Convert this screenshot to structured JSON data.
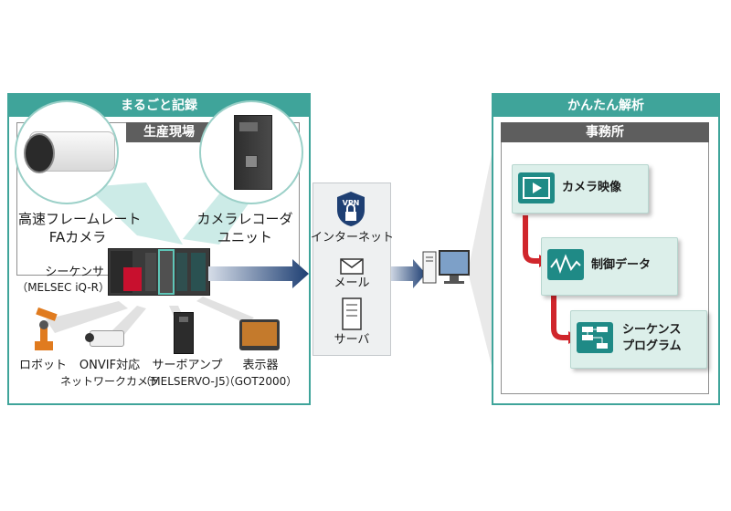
{
  "left_panel": {
    "header": "まるごと記録",
    "subheader": "生産現場",
    "camera_label_1": "高速フレームレート",
    "camera_label_2": "FAカメラ",
    "recorder_label_1": "カメラレコーダ",
    "recorder_label_2": "ユニット",
    "sequencer_label_1": "シーケンサ",
    "sequencer_label_2": "（MELSEC iQ-R）",
    "devices": [
      {
        "line1": "ロボット",
        "line2": ""
      },
      {
        "line1": "ONVIF対応",
        "line2": "ネットワークカメラ"
      },
      {
        "line1": "サーボアンプ",
        "line2": "（MELSERVO-J5）"
      },
      {
        "line1": "表示器",
        "line2": "（GOT2000）"
      }
    ]
  },
  "middle": {
    "vpn_text": "VPN",
    "internet_label": "インターネット",
    "mail_label": "メール",
    "server_label": "サーバ"
  },
  "right_panel": {
    "header": "かんたん解析",
    "subheader": "事務所",
    "cards": [
      {
        "line1": "カメラ映像",
        "line2": ""
      },
      {
        "line1": "制御データ",
        "line2": ""
      },
      {
        "line1": "シーケンス",
        "line2": "プログラム"
      }
    ]
  },
  "colors": {
    "teal": "#3fa49a",
    "dark_header": "#5e5e5e",
    "card_bg": "#dcefea",
    "arrow_red": "#d0262c",
    "flow_blue": "#1e3f73"
  }
}
